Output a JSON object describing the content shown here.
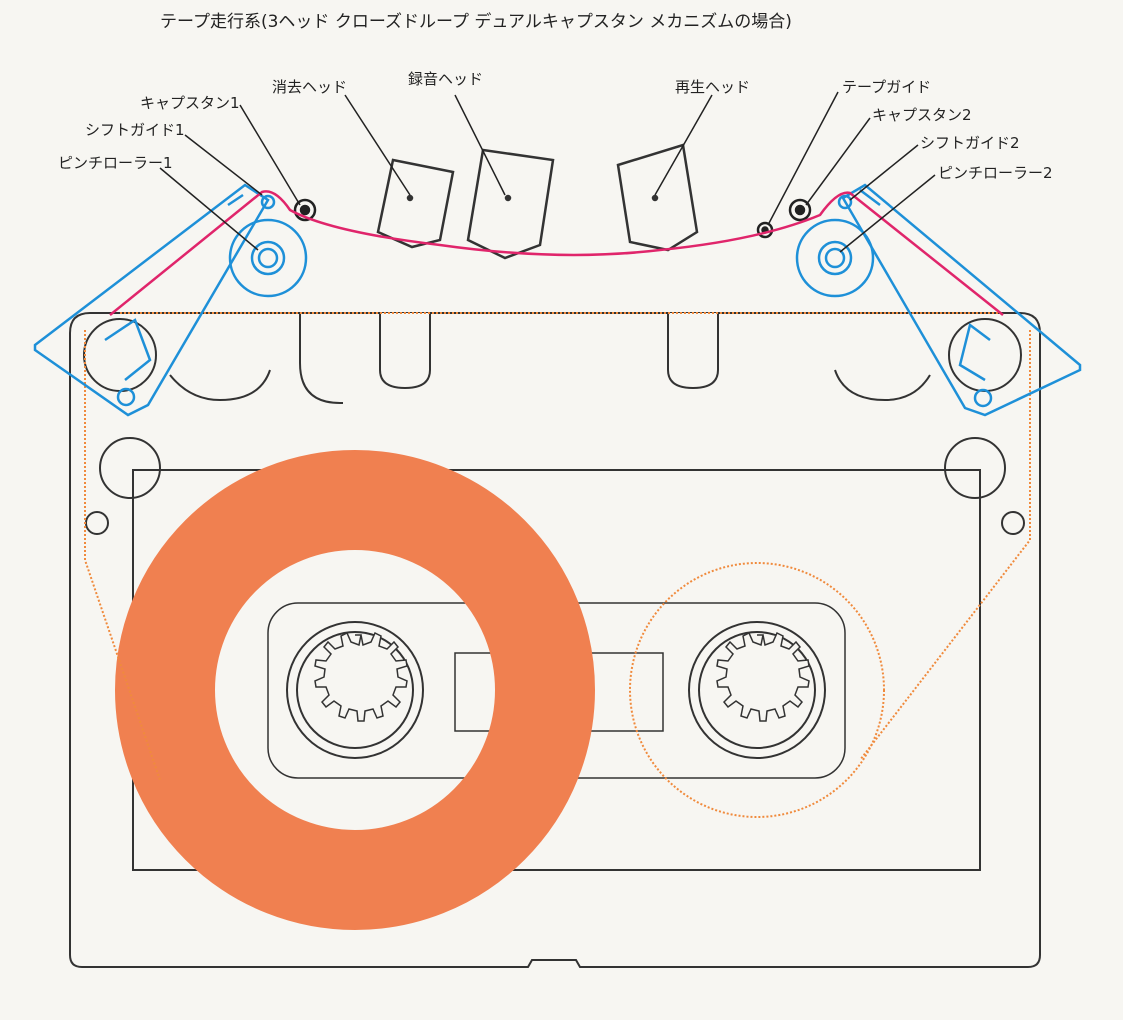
{
  "title": "テープ走行系(3ヘッド クローズドループ デュアルキャプスタン メカニズムの場合)",
  "labels": {
    "erase_head": "消去ヘッド",
    "record_head": "録音ヘッド",
    "playback_head": "再生ヘッド",
    "tape_guide": "テープガイド",
    "capstan_1": "キャプスタン1",
    "shift_guide_1": "シフトガイド1",
    "pinch_roller_1": "ピンチローラー1",
    "capstan_2": "キャプスタン2",
    "shift_guide_2": "シフトガイド2",
    "pinch_roller_2": "ピンチローラー2"
  },
  "colors": {
    "background": "#f7f6f2",
    "line": "#333333",
    "tape_path": "#e0256b",
    "pinch_mechanism": "#1e90d8",
    "tape_pack": "#f08050",
    "tape_outline": "#f08a3c"
  }
}
